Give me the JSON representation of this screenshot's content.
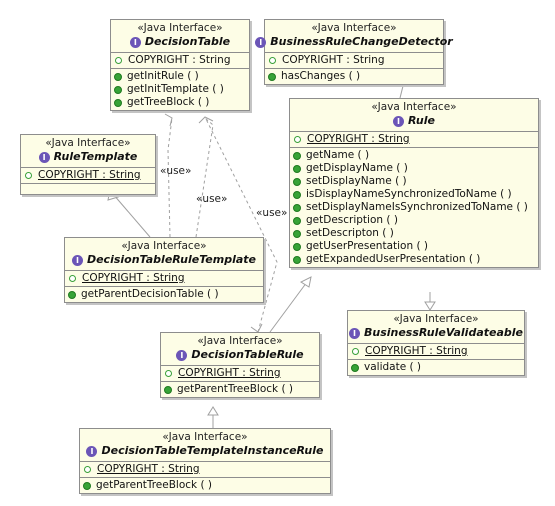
{
  "classes": {
    "decision_table": {
      "stereotype": "«Java Interface»",
      "name": "DecisionTable",
      "fields": [
        "COPYRIGHT : String"
      ],
      "methods": [
        "getInitRule ( )",
        "getInitTemplate ( )",
        "getTreeBlock ( )"
      ]
    },
    "business_rule_change_detector": {
      "stereotype": "«Java Interface»",
      "name": "BusinessRuleChangeDetector",
      "fields": [
        "COPYRIGHT : String"
      ],
      "methods": [
        "hasChanges ( )"
      ]
    },
    "rule_template": {
      "stereotype": "«Java Interface»",
      "name": "RuleTemplate",
      "fields": [
        "COPYRIGHT : String"
      ],
      "methods": []
    },
    "rule": {
      "stereotype": "«Java Interface»",
      "name": "Rule",
      "fields": [
        "COPYRIGHT : String"
      ],
      "methods": [
        "getName ( )",
        "getDisplayName ( )",
        "setDisplayName ( )",
        "isDisplayNameSynchronizedToName ( )",
        "setDisplayNameIsSynchronizedToName ( )",
        "getDescription ( )",
        "setDescripton ( )",
        "getUserPresentation ( )",
        "getExpandedUserPresentation ( )"
      ]
    },
    "decision_table_rule_template": {
      "stereotype": "«Java Interface»",
      "name": "DecisionTableRuleTemplate",
      "fields": [
        "COPYRIGHT : String"
      ],
      "methods": [
        "getParentDecisionTable ( )"
      ]
    },
    "business_rule_validateable": {
      "stereotype": "«Java Interface»",
      "name": "BusinessRuleValidateable",
      "fields": [
        "COPYRIGHT : String"
      ],
      "methods": [
        "validate ( )"
      ]
    },
    "decision_table_rule": {
      "stereotype": "«Java Interface»",
      "name": "DecisionTableRule",
      "fields": [
        "COPYRIGHT : String"
      ],
      "methods": [
        "getParentTreeBlock ( )"
      ]
    },
    "decision_table_template_instance_rule": {
      "stereotype": "«Java Interface»",
      "name": "DecisionTableTemplateInstanceRule",
      "fields": [
        "COPYRIGHT : String"
      ],
      "methods": [
        "getParentTreeBlock ( )"
      ]
    }
  },
  "edge_labels": {
    "use1": "«use»",
    "use2": "«use»",
    "use3": "«use»"
  },
  "icons": {
    "interface": "interface-icon",
    "field": "public-field-icon",
    "method": "public-method-icon"
  },
  "colors": {
    "box_fill": "#fdfde6",
    "interface_icon": "#6b55b7",
    "method_icon": "#37a337"
  }
}
